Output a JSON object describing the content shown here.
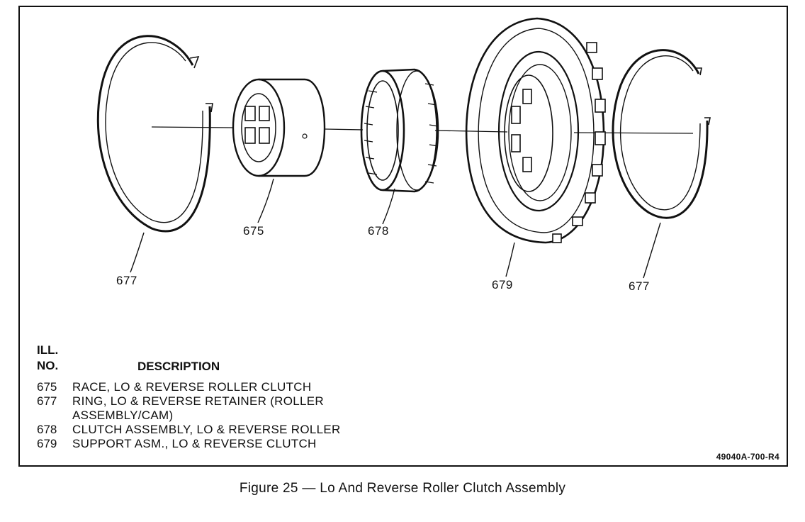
{
  "callouts": {
    "c675": "675",
    "c678": "678",
    "c677_left": "677",
    "c679": "679",
    "c677_right": "677"
  },
  "legend": {
    "header_ill": "ILL.",
    "header_no": "NO.",
    "header_description": "DESCRIPTION",
    "items": [
      {
        "number": "675",
        "lines": [
          "RACE, LO & REVERSE ROLLER CLUTCH"
        ]
      },
      {
        "number": "677",
        "lines": [
          "RING, LO & REVERSE RETAINER (ROLLER",
          "ASSEMBLY/CAM)"
        ]
      },
      {
        "number": "678",
        "lines": [
          "CLUTCH ASSEMBLY, LO & REVERSE ROLLER"
        ]
      },
      {
        "number": "679",
        "lines": [
          "SUPPORT ASM., LO & REVERSE CLUTCH"
        ]
      }
    ]
  },
  "drawing_code": "49040A-700-R4",
  "caption": "Figure 25 — Lo And Reverse Roller Clutch Assembly"
}
